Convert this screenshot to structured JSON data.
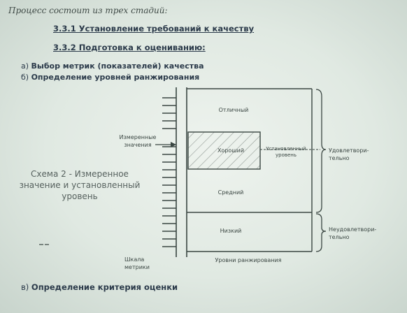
{
  "slide": {
    "heading": "Процесс состоит из трех стадий:",
    "subsections": [
      "3.3.1 Установление требований к качеству",
      "3.3.2 Подготовка к оцениванию:"
    ],
    "items": [
      {
        "lead": "а) ",
        "text": "Выбор метрик (показателей) качества"
      },
      {
        "lead": "б) ",
        "text": "Определение уровней ранжирования"
      },
      {
        "lead": "в) ",
        "text": "Определение критерия оценки"
      }
    ],
    "schema_caption": "Схема 2 - Измеренное значение и установленный уровень",
    "diagram": {
      "levels": [
        "Отличный",
        "Хороший",
        "Средний",
        "Низкий"
      ],
      "measured_value_label": "Измеренные значения",
      "set_level_label": "Установленный уровень",
      "satisfactory_label": "Удовлетвори-тельно",
      "unsatisfactory_label": "Неудовлетвори-тельно",
      "scale_label": "Шкала метрики",
      "ranking_levels_label": "Уровни ранжирования"
    }
  }
}
